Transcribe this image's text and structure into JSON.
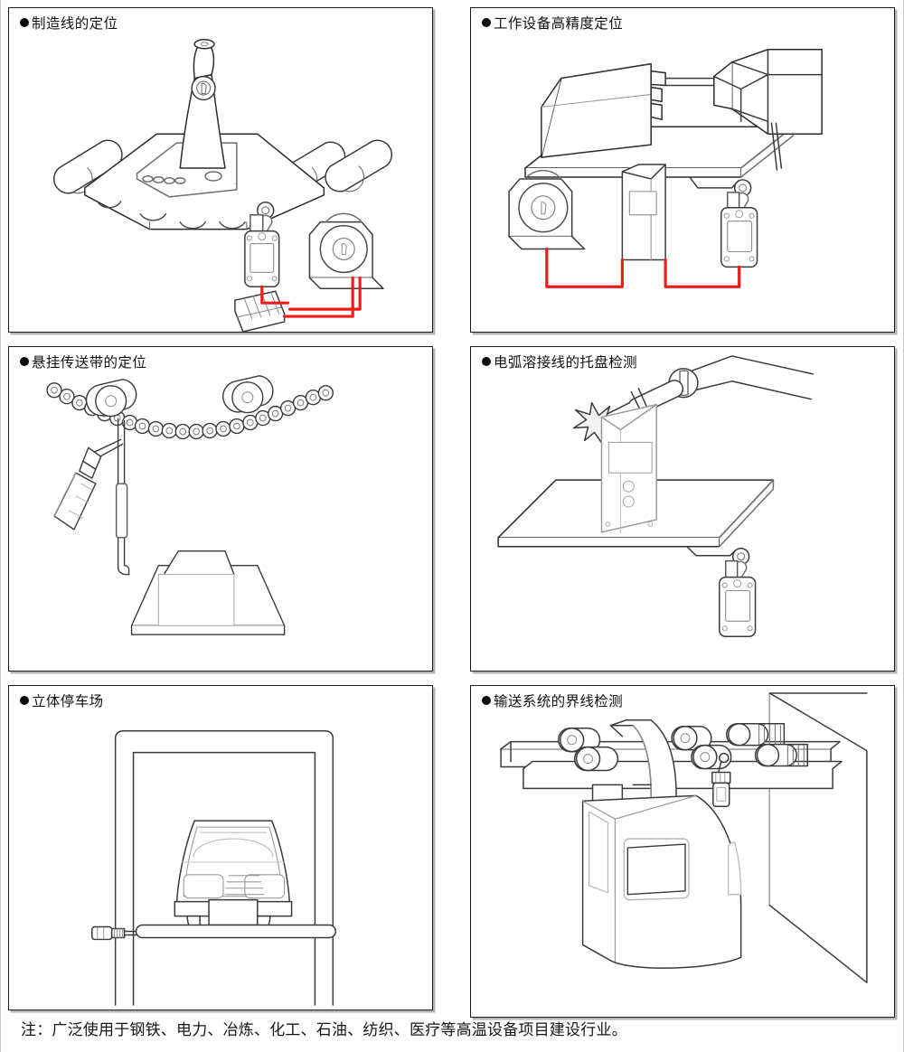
{
  "document": {
    "kind": "application-examples-sheet",
    "bullet_glyph": "●"
  },
  "panels": [
    {
      "id": "panel-1",
      "title": "制造线的定位",
      "scene": "manufacturing-line-positioning",
      "elements": [
        "robot-arm",
        "work-platform",
        "conveyor-rollers",
        "roller-lever-limit-switch",
        "cable-reel",
        "terminal-block",
        "red-cable"
      ]
    },
    {
      "id": "panel-2",
      "title": "工作设备高精度定位",
      "scene": "machine-tool-high-precision-positioning",
      "elements": [
        "machine-tool",
        "base-plate",
        "roller-lever-limit-switch",
        "controller-box",
        "cable-reel",
        "red-cable"
      ]
    },
    {
      "id": "panel-3",
      "title": "悬挂传送带的定位",
      "scene": "overhead-chain-conveyor-positioning",
      "elements": [
        "chain-conveyor",
        "trolley-hanger",
        "sensor-head",
        "mounting-pole",
        "workpiece-base"
      ]
    },
    {
      "id": "panel-4",
      "title": "电弧溶接线的托盘检测",
      "scene": "arc-welding-line-pallet-detection",
      "elements": [
        "welding-robot-arm",
        "welding-torch",
        "weld-spark",
        "workpiece",
        "pallet",
        "roller-lever-limit-switch"
      ]
    },
    {
      "id": "panel-5",
      "title": "立体停车场",
      "scene": "multi-level-parking-garage",
      "elements": [
        "parking-frame",
        "car",
        "lift-platform",
        "compact-sensor"
      ]
    },
    {
      "id": "panel-6",
      "title": "输送系统的界线检测",
      "scene": "conveying-system-limit-detection",
      "elements": [
        "overhead-rail",
        "trolley-wheels",
        "carrier-cabin",
        "hanger-arm",
        "compact-sensor",
        "station-wall"
      ]
    }
  ],
  "footer": {
    "note": "注：广泛使用于钢铁、电力、冶炼、化工、石油、纺织、医疗等高温设备项目建设行业。"
  },
  "colors": {
    "panel_border": "#1d1d1d",
    "panel_shadow": "#b4b4b4",
    "line_art": "#2b2b2b",
    "line_art_light": "#9a9a9a",
    "cable_red": "#ef1c1c",
    "text": "#141414",
    "background": "#ffffff"
  }
}
